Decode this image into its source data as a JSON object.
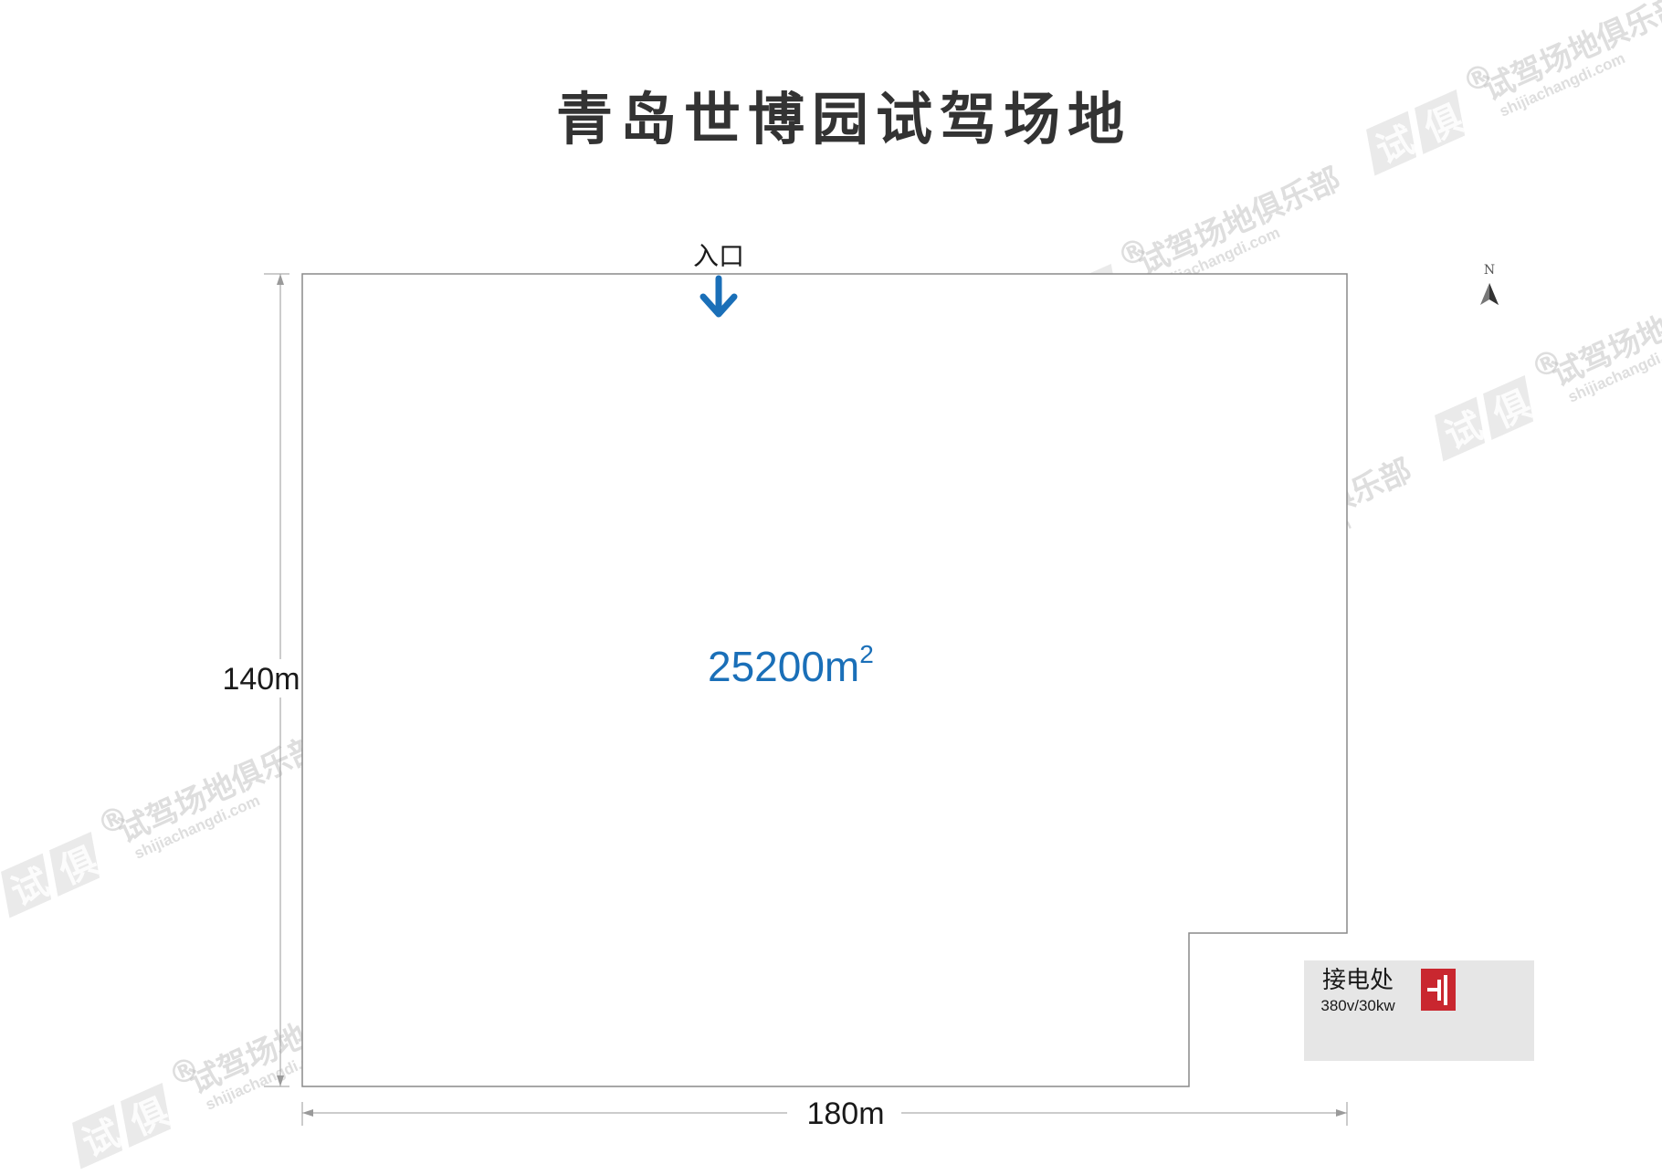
{
  "title": "青岛世博园试驾场地",
  "entrance": {
    "label": "入口"
  },
  "area": {
    "value": "25200m",
    "unit_exponent": "2"
  },
  "dimensions": {
    "height_label": "140m",
    "width_label": "180m"
  },
  "north_label": "N",
  "power": {
    "title": "接电处",
    "spec": "380v/30kw"
  },
  "watermark": {
    "name": "试驾场地俱乐部",
    "domain": "shijiachangdi.com",
    "registered": "®",
    "logo_chars": "试俱"
  },
  "colors": {
    "title": "#333333",
    "outline": "#8a8a8a",
    "accent_blue": "#1a6fb8",
    "power_box": "#e6e6e6",
    "power_icon": "#c9272f",
    "watermark": "#b8b8b8"
  }
}
